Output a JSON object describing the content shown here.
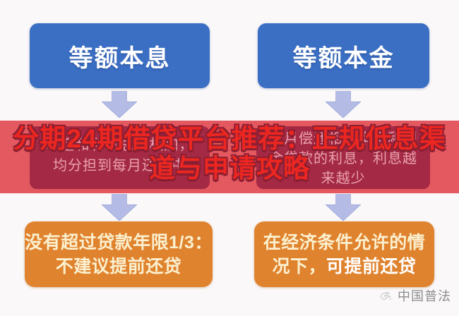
{
  "overlay_title": {
    "line1": "分期24期借贷平台推荐：正规低息渠",
    "line2": "道与申请攻略"
  },
  "flow": {
    "left": {
      "header": "等额本息",
      "desc": {
        "line1": "本金和利息总额相加，",
        "line2": "均分担到每月还款中"
      },
      "conclusion": {
        "line1": "没有超过贷款年限1/3：",
        "line2": "不建议提前还贷"
      }
    },
    "right": {
      "header": "等额本金",
      "desc": {
        "line1": "每月偿还相同本金和剩",
        "line2": "余贷款的利息，利息越",
        "line3": "来越少"
      },
      "conclusion": {
        "line1": "在经济条件允许的情",
        "line2_normal": "况下，",
        "line2_emphasis": "可提前还贷"
      }
    }
  },
  "watermark": {
    "publisher": "中国普法"
  },
  "colors": {
    "header_blue": "#3b6fc4",
    "arrow_periwinkle": "#b4bbe5",
    "banner_red": "#e4585f",
    "desc_box_crimson": "#a42945",
    "desc_text_pink": "#e9a1ac",
    "title_red": "#ec2620",
    "title_outline_maroon": "#8b1f33",
    "conclusion_orange": "#e0832e",
    "conclusion_text_cream": "#fbf0cf",
    "watermark_gray": "#8d8d8d"
  }
}
